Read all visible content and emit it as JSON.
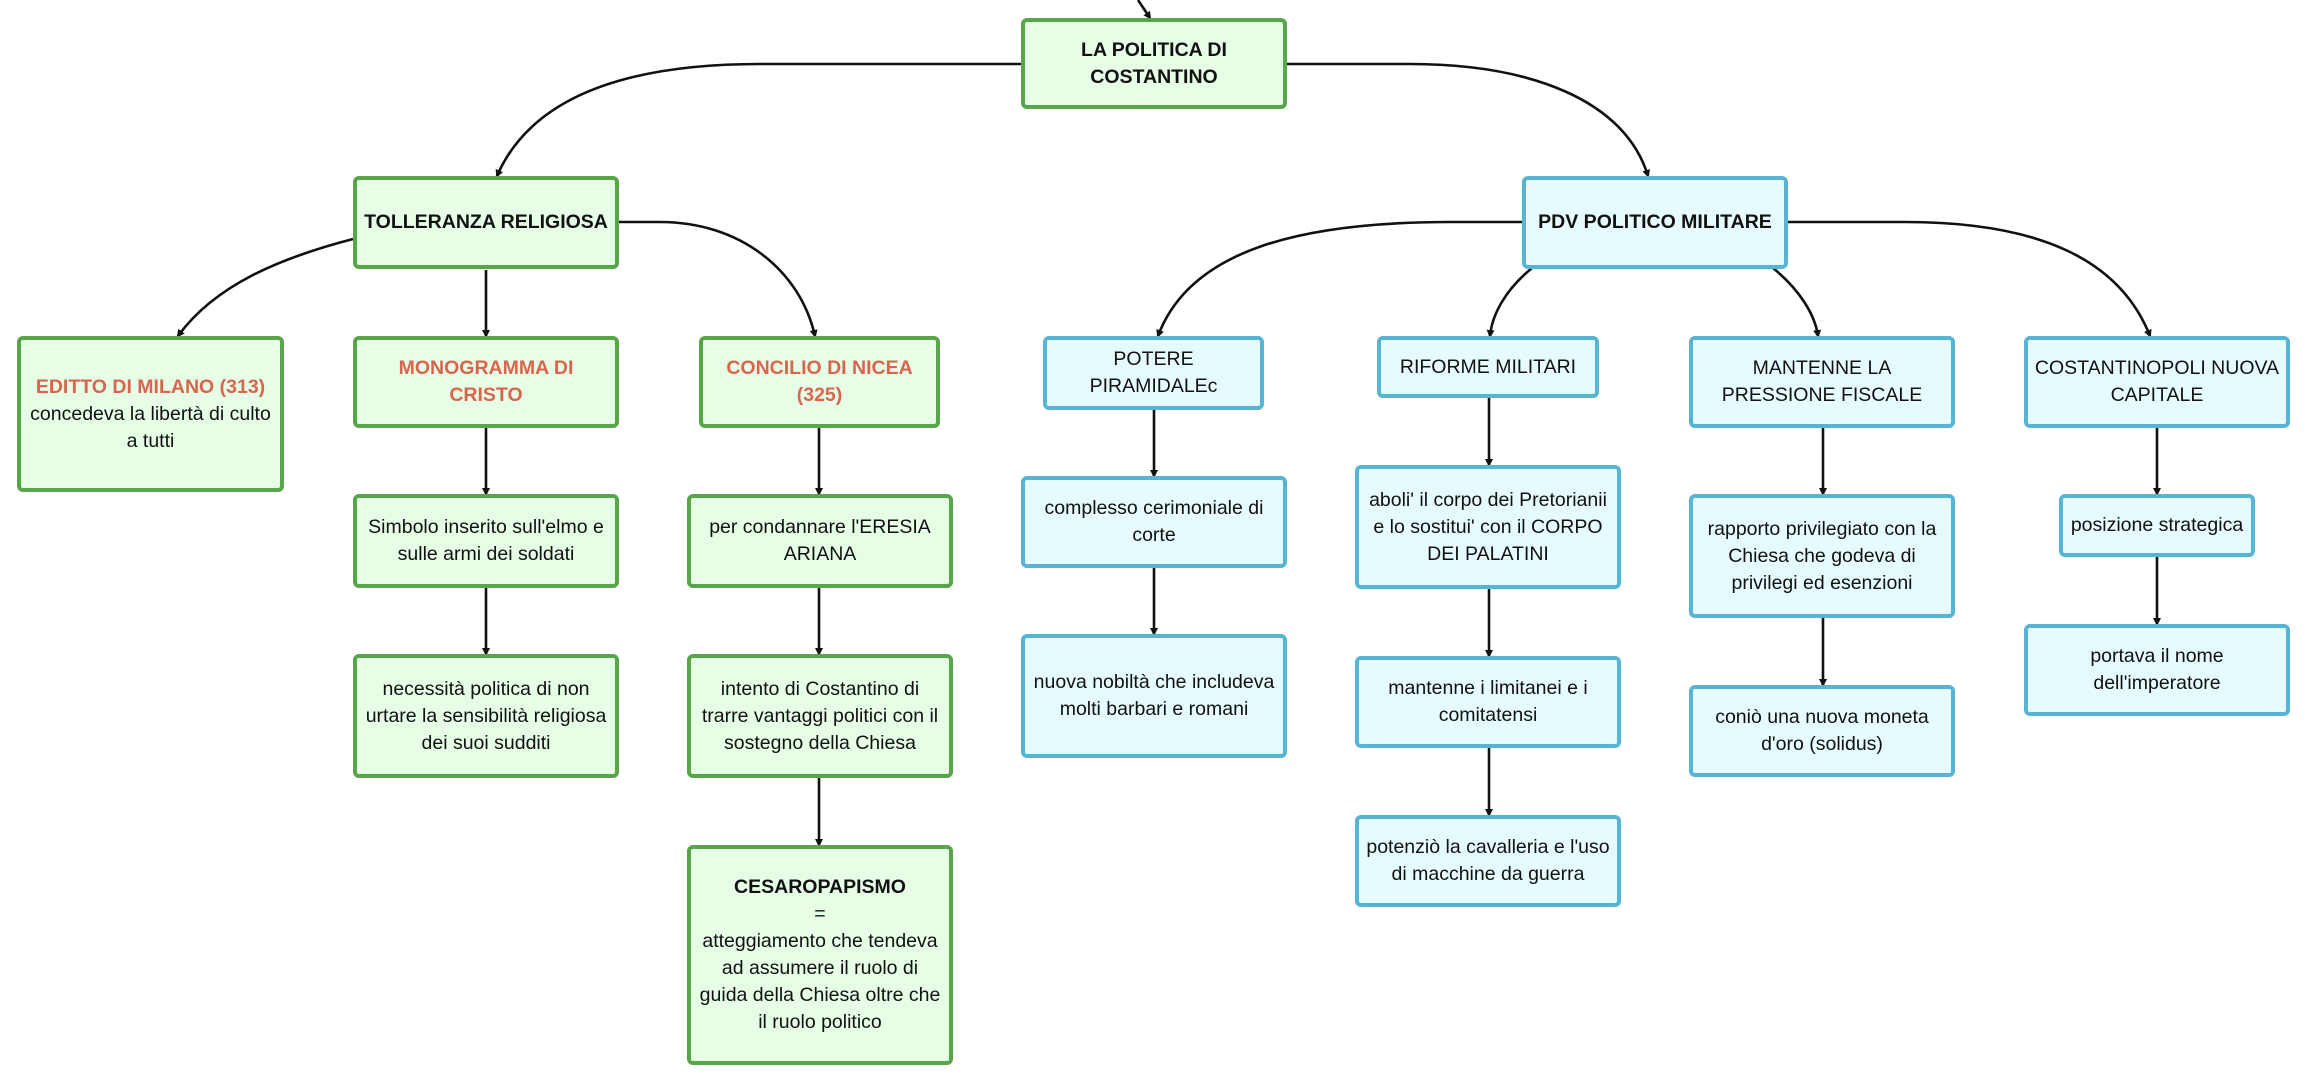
{
  "colors": {
    "green_fill": "#e6fde6",
    "green_border": "#58a54a",
    "blue_fill": "#e6fbfd",
    "blue_border": "#57b5d3",
    "highlight": "#d8654e",
    "edge": "#111111"
  },
  "nodes": {
    "root": {
      "text": "LA POLITICA DI COSTANTINO"
    },
    "tolleranza": {
      "text": "TOLLERANZA RELIGIOSA"
    },
    "pdv": {
      "text": "PDV POLITICO MILITARE"
    },
    "editto": {
      "title": "EDITTO DI MILANO (313)",
      "text": "concedeva la libertà di culto a tutti"
    },
    "monogramma": {
      "title": "MONOGRAMMA DI CRISTO"
    },
    "simbolo": {
      "text": "Simbolo inserito sull'elmo e sulle armi dei soldati"
    },
    "necessita": {
      "text": "necessità politica di non urtare la sensibilità religiosa dei suoi sudditi"
    },
    "concilio": {
      "title": "CONCILIO DI NICEA (325)"
    },
    "eresia": {
      "text": "per condannare l'ERESIA ARIANA"
    },
    "intento": {
      "text": "intento di Costantino di trarre vantaggi politici con il sostegno della Chiesa"
    },
    "cesaro": {
      "title": "CESAROPAPISMO",
      "eq": "=",
      "text": "atteggiamento che tendeva ad assumere il ruolo di guida della Chiesa oltre che il ruolo politico"
    },
    "potere": {
      "text": "POTERE PIRAMIDALEc"
    },
    "cerimoniale": {
      "text": "complesso cerimoniale di corte"
    },
    "nobilta": {
      "text": "nuova nobiltà che includeva molti barbari e romani"
    },
    "riforme": {
      "text": "RIFORME MILITARI"
    },
    "aboli": {
      "text": "aboli' il corpo dei Pretorianii e lo sostitui' con il CORPO DEI PALATINI"
    },
    "limitanei": {
      "text": "mantenne i limitanei e i comitatensi"
    },
    "cavalleria": {
      "text": "potenziò la cavalleria e l'uso di macchine da guerra"
    },
    "pressione": {
      "text": "MANTENNE LA PRESSIONE FISCALE"
    },
    "rapporto": {
      "text": "rapporto privilegiato con la Chiesa che godeva di privilegi ed esenzioni"
    },
    "moneta": {
      "text": "coniò una nuova moneta d'oro (solidus)"
    },
    "capitale": {
      "text": "COSTANTINOPOLI NUOVA CAPITALE"
    },
    "posizione": {
      "text": "posizione strategica"
    },
    "nome": {
      "text": "portava il nome dell'imperatore"
    }
  }
}
